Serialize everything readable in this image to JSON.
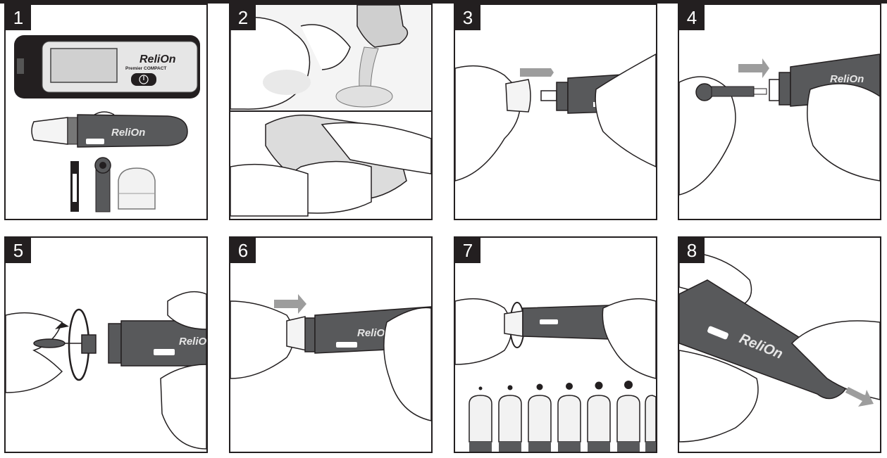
{
  "colors": {
    "frame": "#231f20",
    "device": "#58595b",
    "device_dark": "#3a3a3c",
    "hand_fill": "#ffffff",
    "hand_line": "#231f20",
    "arrow": "#9d9d9d",
    "shade": "#d9d9d9"
  },
  "panels": [
    {
      "number": "1",
      "brand": "ReliOn",
      "meter_subtitle": "Premier COMPACT",
      "meter_button": "①"
    },
    {
      "number": "2"
    },
    {
      "number": "3"
    },
    {
      "number": "4",
      "brand": "ReliOn"
    },
    {
      "number": "5",
      "brand": "ReliOn"
    },
    {
      "number": "6",
      "brand": "ReliOn"
    },
    {
      "number": "7"
    },
    {
      "number": "8",
      "brand": "ReliOn"
    }
  ]
}
